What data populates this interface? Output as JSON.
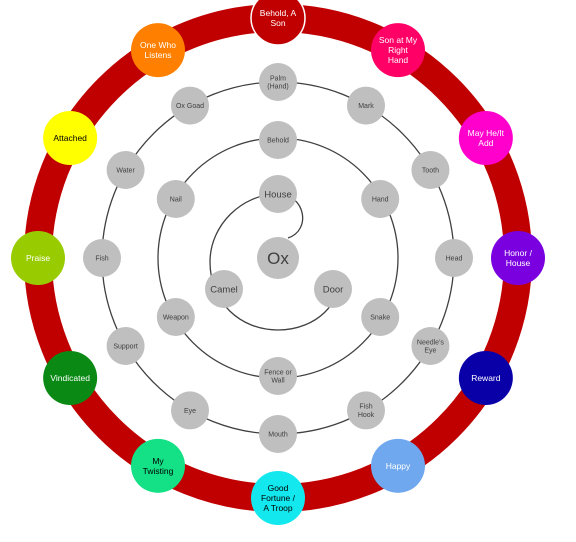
{
  "center": {
    "label": "Ox"
  },
  "inner_ring": [
    {
      "label": "House"
    },
    {
      "label": "Door"
    },
    {
      "label": "Camel"
    }
  ],
  "second_ring": [
    {
      "label": "Behold"
    },
    {
      "label": "Hand"
    },
    {
      "label": "Snake"
    },
    {
      "label": "Fence or Wall"
    },
    {
      "label": "Weapon"
    },
    {
      "label": "Nail"
    }
  ],
  "third_ring": [
    {
      "label": "Palm (Hand)"
    },
    {
      "label": "Mark"
    },
    {
      "label": "Tooth"
    },
    {
      "label": "Head"
    },
    {
      "label": "Needle's Eye"
    },
    {
      "label": "Fish Hook"
    },
    {
      "label": "Mouth"
    },
    {
      "label": "Eye"
    },
    {
      "label": "Support"
    },
    {
      "label": "Fish"
    },
    {
      "label": "Water"
    },
    {
      "label": "Ox Goad"
    }
  ],
  "outer_ring": [
    {
      "label": "Behold, A Son",
      "color": "#c00000",
      "text_color": "#ffffff"
    },
    {
      "label": "Son at My Right Hand",
      "color": "#ff0066",
      "text_color": "#ffffff"
    },
    {
      "label": "May He/It Add",
      "color": "#ff00cc",
      "text_color": "#ffffff"
    },
    {
      "label": "Honor / House",
      "color": "#7b00e0",
      "text_color": "#ffffff"
    },
    {
      "label": "Reward",
      "color": "#0a00a8",
      "text_color": "#ffffff"
    },
    {
      "label": "Happy",
      "color": "#6fa8ee",
      "text_color": "#ffffff"
    },
    {
      "label": "Good Fortune / A Troop",
      "color": "#12e8ee",
      "text_color": "#000000"
    },
    {
      "label": "My Twisting",
      "color": "#14e085",
      "text_color": "#000000"
    },
    {
      "label": "Vindicated",
      "color": "#0a8a14",
      "text_color": "#ffffff"
    },
    {
      "label": "Praise",
      "color": "#99cc00",
      "text_color": "#ffffff"
    },
    {
      "label": "Attached",
      "color": "#ffff00",
      "text_color": "#000000"
    },
    {
      "label": "One Who Listens",
      "color": "#ff8000",
      "text_color": "#ffffff"
    }
  ],
  "colors": {
    "outer_band": "#c00000",
    "gray_node": "#bfbfbf",
    "line": "#404040"
  }
}
